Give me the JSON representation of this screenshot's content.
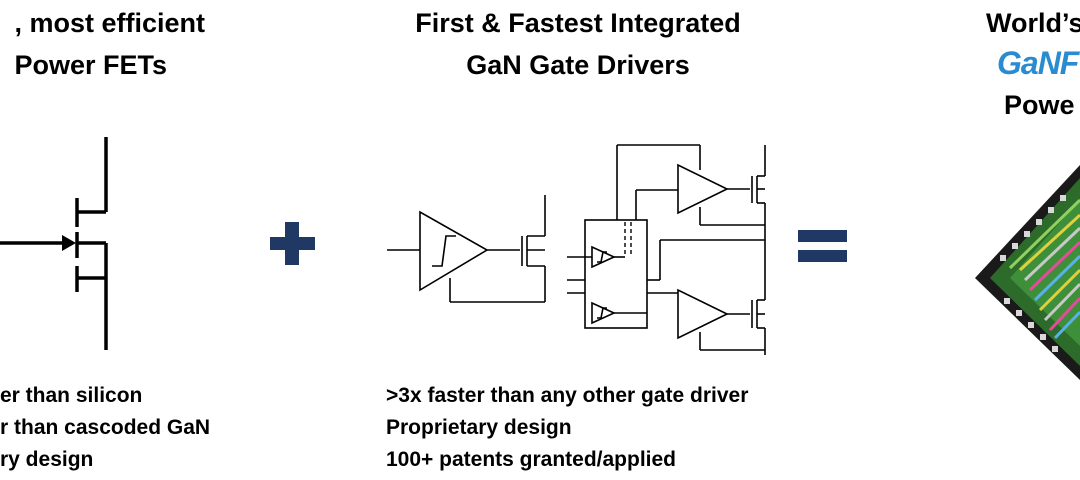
{
  "left": {
    "title_line1": ", most efficient",
    "title_line2": "Power FETs",
    "bullets": [
      "er than silicon",
      "r than cascoded GaN",
      "ry design"
    ]
  },
  "middle": {
    "title_line1": "First & Fastest Integrated",
    "title_line2": "GaN Gate Drivers",
    "bullets": [
      ">3x faster than any other gate driver",
      "Proprietary design",
      "100+ patents granted/applied"
    ]
  },
  "right": {
    "title_line1": "World’s",
    "logo_text": "GaNF",
    "title_line3": "Powe"
  },
  "operators": {
    "plus_color": "#1f3864",
    "equals_color": "#1f3864"
  },
  "icons": {
    "fet": "fet-symbol-icon",
    "driver": "gate-driver-schematic-icon",
    "chip": "gan-chip-die-icon"
  }
}
